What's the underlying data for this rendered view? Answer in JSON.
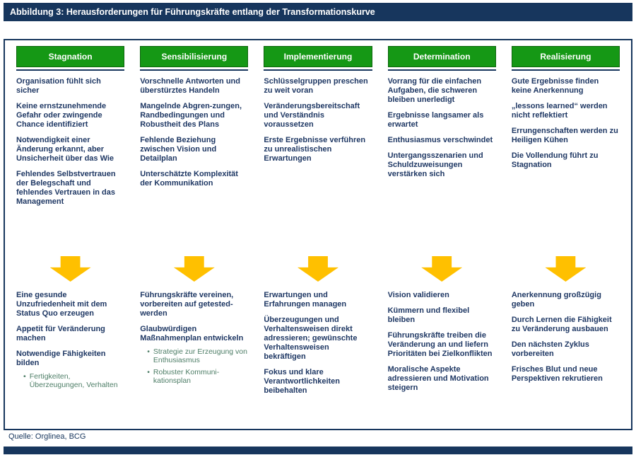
{
  "title": "Abbildung 3: Herausforderungen für Führungskräfte entlang der Transformationskurve",
  "source": "Quelle: Orglinea, BCG",
  "colors": {
    "navy": "#17365D",
    "text_navy": "#1F3864",
    "green": "#159815",
    "arrow_yellow": "#FFC000",
    "bullet_teal": "#4E7E67"
  },
  "icons": {
    "bullet": "•",
    "down_arrow": "down-arrow"
  },
  "columns": [
    {
      "header": "Stagnation",
      "challenges": [
        {
          "text": "Organisation fühlt sich sicher",
          "bullets": []
        },
        {
          "text": "Keine ernstzunehmende Gefahr oder zwingende Chance identifiziert",
          "bullets": []
        },
        {
          "text": "Notwendigkeit einer Änderung erkannt, aber Unsicherheit über das Wie",
          "bullets": []
        },
        {
          "text": "Fehlendes Selbstvertrauen der Belegschaft und fehlendes Vertrauen in das Management",
          "bullets": []
        }
      ],
      "actions": [
        {
          "text": "Eine gesunde Unzufriedenheit mit dem Status Quo erzeugen",
          "bullets": []
        },
        {
          "text": "Appetit für Veränderung machen",
          "bullets": []
        },
        {
          "text": "Notwendige Fähigkeiten bilden",
          "bullets": [
            "Fertigkeiten, Überzeugungen, Verhalten"
          ]
        }
      ]
    },
    {
      "header": "Sensibilisierung",
      "challenges": [
        {
          "text": "Vorschnelle Antworten und überstürztes Handeln",
          "bullets": []
        },
        {
          "text": "Mangelnde Abgren-zungen, Randbedingungen und Robustheit des Plans",
          "bullets": []
        },
        {
          "text": "Fehlende Beziehung zwischen Vision und Detailplan",
          "bullets": []
        },
        {
          "text": "Unterschätzte Komplexität der Kommunikation",
          "bullets": []
        }
      ],
      "actions": [
        {
          "text": "Führungskräfte vereinen, vorbereiten auf getested-werden",
          "bullets": []
        },
        {
          "text": "Glaubwürdigen Maßnahmenplan entwickeln",
          "bullets": [
            "Strategie zur Erzeugung von Enthusiasmus",
            "Robuster Kommuni-kationsplan"
          ]
        }
      ]
    },
    {
      "header": "Implementierung",
      "challenges": [
        {
          "text": "Schlüsselgruppen preschen zu weit voran",
          "bullets": []
        },
        {
          "text": "Veränderungsbereitschaft und Verständnis voraussetzen",
          "bullets": []
        },
        {
          "text": "Erste Ergebnisse verführen zu unrealistischen Erwartungen",
          "bullets": []
        }
      ],
      "actions": [
        {
          "text": "Erwartungen und Erfahrungen managen",
          "bullets": []
        },
        {
          "text": "Überzeugungen und Verhaltensweisen direkt adressieren; gewünschte Verhaltensweisen bekräftigen",
          "bullets": []
        },
        {
          "text": "Fokus und klare Verantwortlichkeiten beibehalten",
          "bullets": []
        }
      ]
    },
    {
      "header": "Determination",
      "challenges": [
        {
          "text": "Vorrang für die einfachen Aufgaben, die schweren bleiben unerledigt",
          "bullets": []
        },
        {
          "text": "Ergebnisse langsamer als erwartet",
          "bullets": []
        },
        {
          "text": "Enthusiasmus verschwindet",
          "bullets": []
        },
        {
          "text": "Untergangsszenarien und Schuldzuweisungen verstärken sich",
          "bullets": []
        }
      ],
      "actions": [
        {
          "text": "Vision validieren",
          "bullets": []
        },
        {
          "text": "Kümmern und flexibel bleiben",
          "bullets": []
        },
        {
          "text": "Führungskräfte treiben die Veränderung an und liefern Prioritäten bei Zielkonflikten",
          "bullets": []
        },
        {
          "text": "Moralische Aspekte adressieren und Motivation steigern",
          "bullets": []
        }
      ]
    },
    {
      "header": "Realisierung",
      "challenges": [
        {
          "text": "Gute Ergebnisse finden keine Anerkennung",
          "bullets": []
        },
        {
          "text": "„lessons learned“ werden nicht reflektiert",
          "bullets": []
        },
        {
          "text": "Errungenschaften werden zu Heiligen Kühen",
          "bullets": []
        },
        {
          "text": "Die Vollendung führt zu Stagnation",
          "bullets": []
        }
      ],
      "actions": [
        {
          "text": "Anerkennung großzügig geben",
          "bullets": []
        },
        {
          "text": "Durch Lernen die Fähigkeit zu Veränderung ausbauen",
          "bullets": []
        },
        {
          "text": "Den nächsten Zyklus vorbereiten",
          "bullets": []
        },
        {
          "text": "Frisches Blut und neue Perspektiven rekrutieren",
          "bullets": []
        }
      ]
    }
  ]
}
